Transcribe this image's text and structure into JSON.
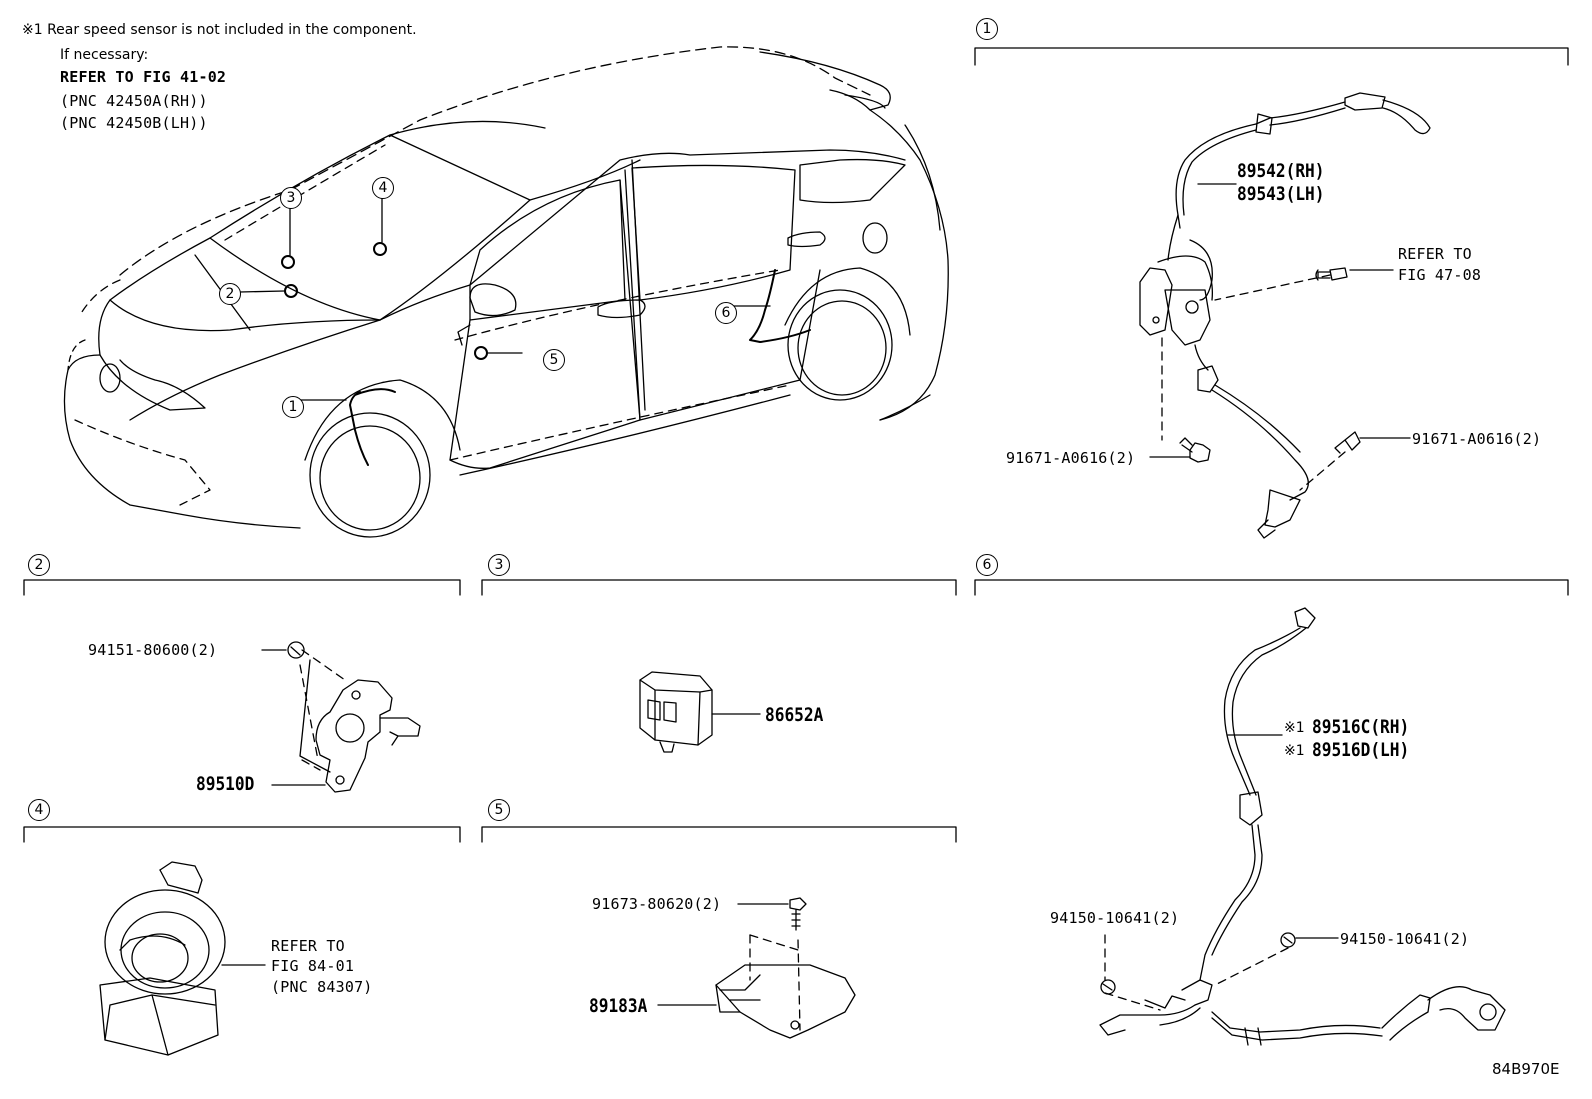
{
  "notes": {
    "line1": "※1  Rear speed sensor is not included in the component.",
    "line2": "If necessary:",
    "line3": "REFER TO FIG 41-02",
    "line4": "(PNC 42450A(RH))",
    "line5": "(PNC 42450B(LH))"
  },
  "callouts": [
    "1",
    "2",
    "3",
    "4",
    "5",
    "6"
  ],
  "section1": {
    "part_rh": "89542(RH)",
    "part_lh": "89543(LH)",
    "refer_line1": "REFER TO",
    "refer_line2": "FIG 47-08",
    "bolt_left": "91671-A0616(2)",
    "bolt_right": "91671-A0616(2)"
  },
  "section2": {
    "nut": "94151-80600(2)",
    "part": "89510D"
  },
  "section3": {
    "part": "86652A"
  },
  "section4": {
    "refer_line1": "REFER TO",
    "refer_line2": "FIG 84-01",
    "refer_line3": "(PNC 84307)"
  },
  "section5": {
    "bolt": "91673-80620(2)",
    "part": "89183A"
  },
  "section6": {
    "part_rh_mark": "※1",
    "part_rh": "89516C(RH)",
    "part_lh_mark": "※1",
    "part_lh": "89516D(LH)",
    "nut_left": "94150-10641(2)",
    "nut_right": "94150-10641(2)"
  },
  "figure_id": "84B970E"
}
